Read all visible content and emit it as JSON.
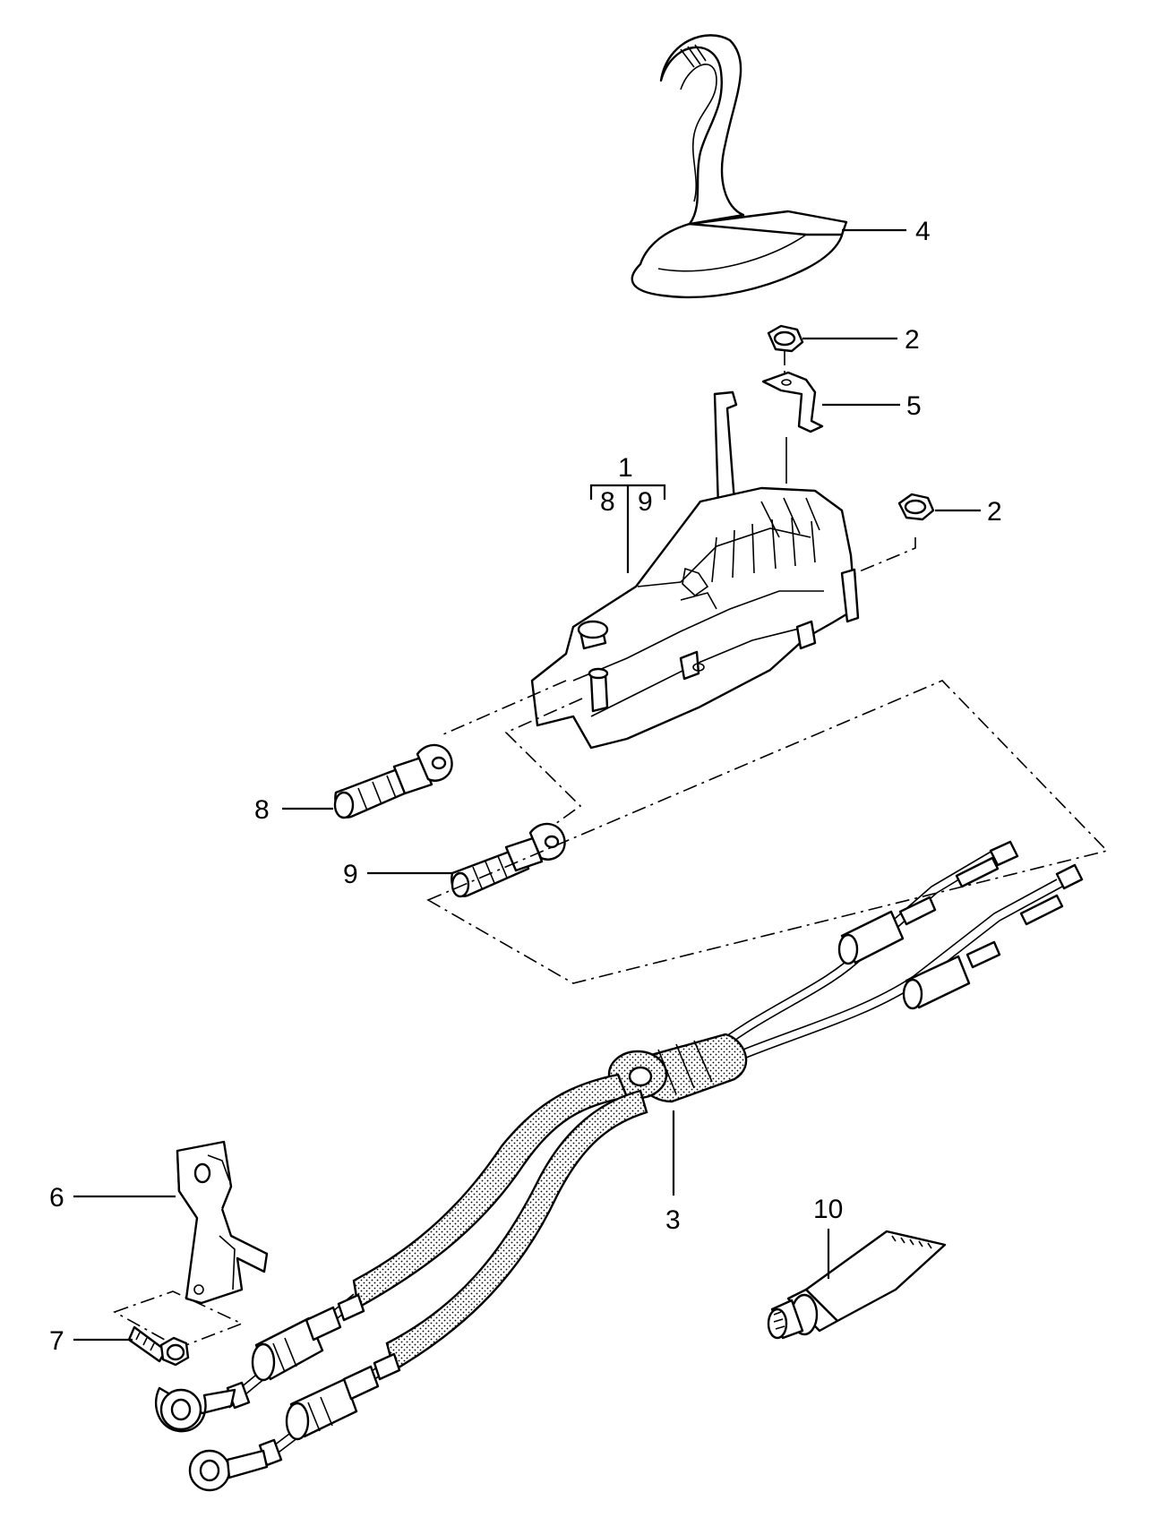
{
  "callouts": {
    "c1": "1",
    "c1_sub_a": "8",
    "c1_sub_b": "9",
    "c2_top": "2",
    "c2_right": "2",
    "c3": "3",
    "c4": "4",
    "c5": "5",
    "c6": "6",
    "c7": "7",
    "c8": "8",
    "c9": "9",
    "c10": "10"
  }
}
